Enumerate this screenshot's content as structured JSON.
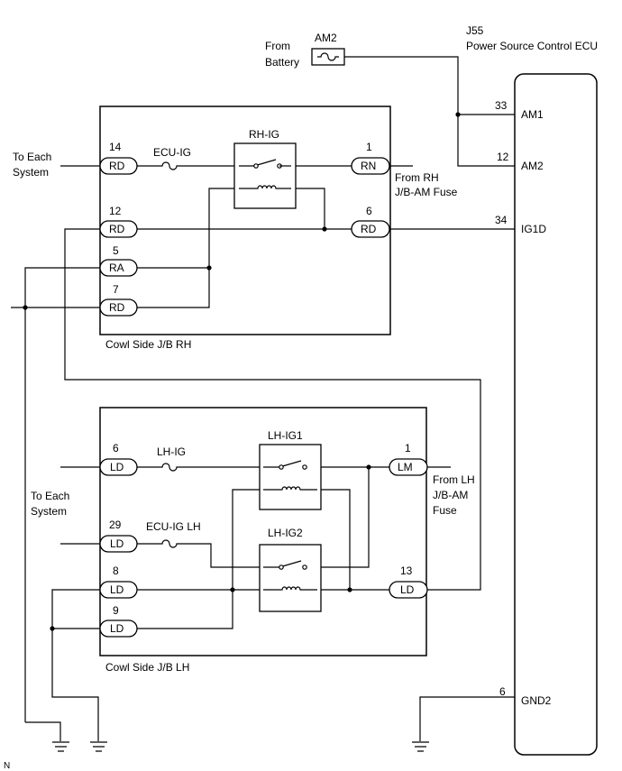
{
  "ecu": {
    "code": "J55",
    "name": "Power Source Control ECU",
    "pins": [
      {
        "num": "33",
        "label": "AM1"
      },
      {
        "num": "12",
        "label": "AM2"
      },
      {
        "num": "34",
        "label": "IG1D"
      },
      {
        "num": "6",
        "label": "GND2"
      }
    ]
  },
  "battery": {
    "label_line1": "From",
    "label_line2": "Battery",
    "fuse": "AM2"
  },
  "jb_rh": {
    "title": "Cowl Side J/B RH",
    "relay": "RH-IG",
    "fuse": "ECU-IG",
    "connectors": [
      {
        "num": "14",
        "code": "RD"
      },
      {
        "num": "12",
        "code": "RD"
      },
      {
        "num": "5",
        "code": "RA"
      },
      {
        "num": "7",
        "code": "RD"
      },
      {
        "num": "1",
        "code": "RN"
      },
      {
        "num": "6",
        "code": "RD"
      }
    ],
    "from_line1": "From RH",
    "from_line2": "J/B-AM Fuse",
    "system_line1": "To Each",
    "system_line2": "System"
  },
  "jb_lh": {
    "title": "Cowl Side J/B LH",
    "relay1": "LH-IG1",
    "relay2": "LH-IG2",
    "fuse1": "LH-IG",
    "fuse2": "ECU-IG LH",
    "connectors": [
      {
        "num": "6",
        "code": "LD"
      },
      {
        "num": "29",
        "code": "LD"
      },
      {
        "num": "8",
        "code": "LD"
      },
      {
        "num": "9",
        "code": "LD"
      },
      {
        "num": "1",
        "code": "LM"
      },
      {
        "num": "13",
        "code": "LD"
      }
    ],
    "from_line1": "From LH",
    "from_line2": "J/B-AM",
    "from_line3": "Fuse",
    "system_line1": "To Each",
    "system_line2": "System"
  },
  "corner_mark": "N"
}
